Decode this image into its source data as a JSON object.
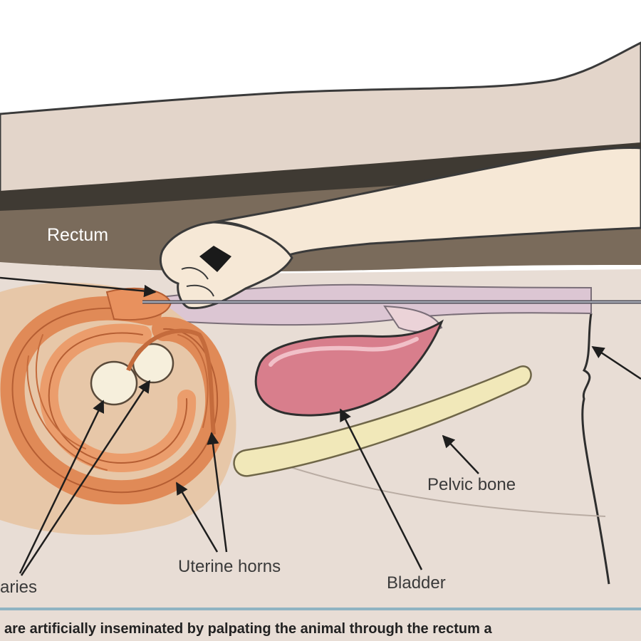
{
  "labels": {
    "rectum": "Rectum",
    "ovaries": "aries",
    "uterine_horns": "Uterine horns",
    "bladder": "Bladder",
    "pelvic_bone": "Pelvic bone"
  },
  "caption": "are artificially inseminated by palpating the animal through the rectum a"
}
